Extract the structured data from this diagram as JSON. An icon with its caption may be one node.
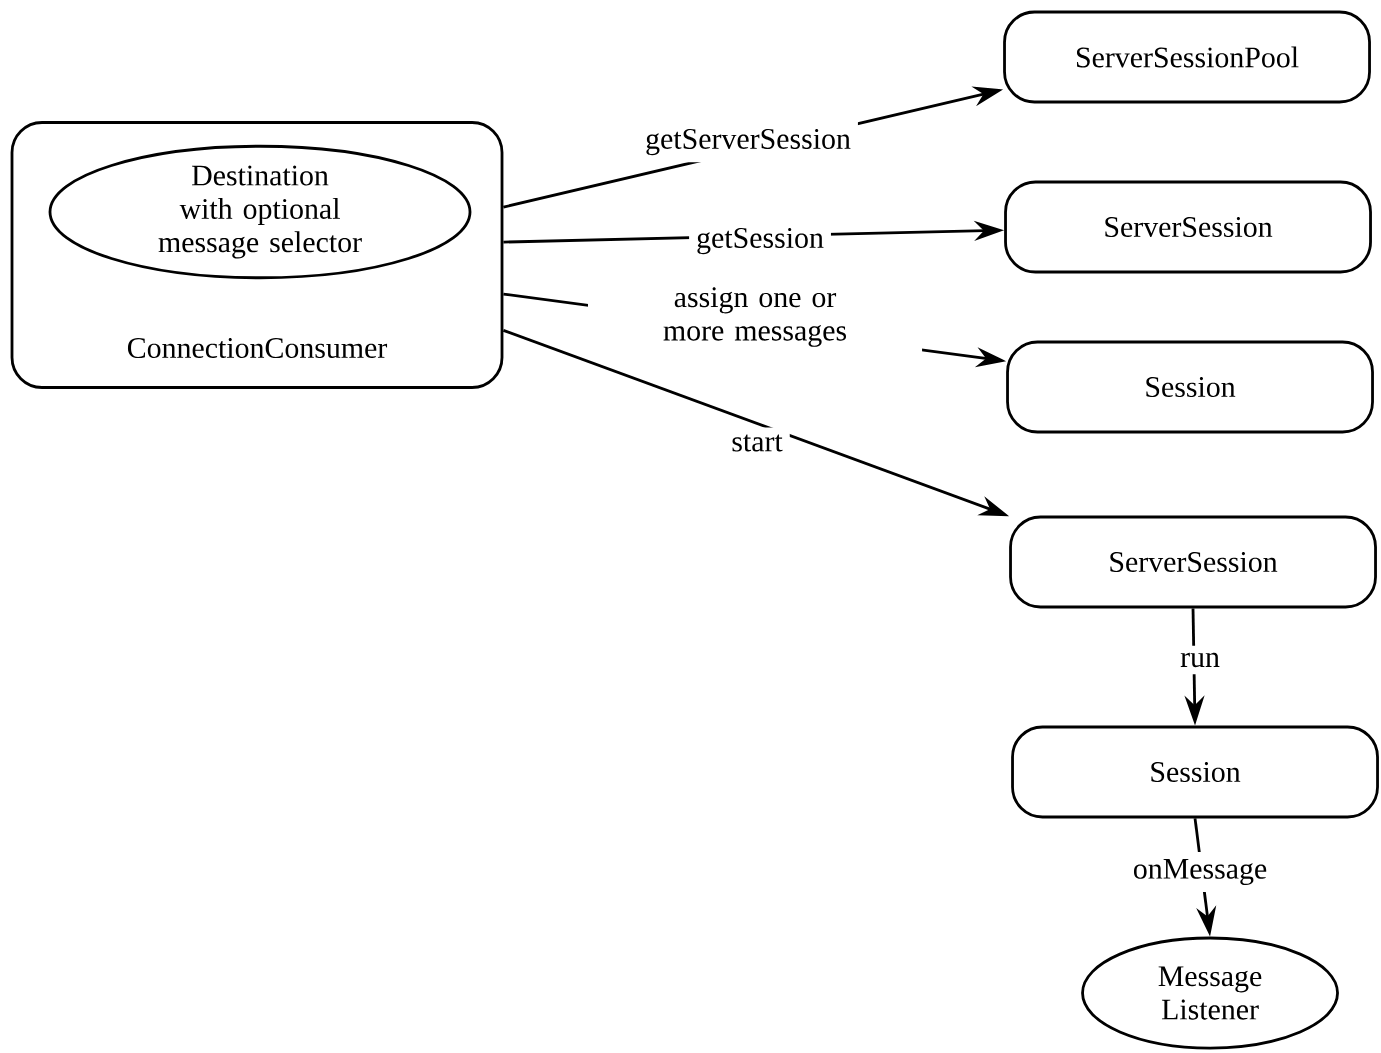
{
  "diagram": {
    "nodes": [
      {
        "text": [
          "ConnectionConsumer"
        ]
      },
      {
        "text": [
          "Destination with optional message selector"
        ],
        "in": 0
      },
      {
        "text": [
          "ServerSessionPool"
        ]
      },
      {
        "text": [
          "ServerSession"
        ]
      },
      {
        "text": [
          "Session"
        ]
      },
      {
        "text": [
          "ServerSession"
        ]
      },
      {
        "text": [
          "Session"
        ]
      },
      {
        "text": [
          "Message Listener"
        ]
      }
    ],
    "edges": [
      {
        "from": 0,
        "to": 2,
        "arrow": "to",
        "label": "getServerSession"
      },
      {
        "from": 0,
        "to": 3,
        "arrow": "to",
        "label": "getSession"
      },
      {
        "from": 0,
        "to": 4,
        "arrow": "to",
        "label": "assign one or more messages"
      },
      {
        "from": 0,
        "to": 5,
        "arrow": "to",
        "label": "start"
      },
      {
        "from": 5,
        "to": 6,
        "arrow": "to",
        "label": "run"
      },
      {
        "from": 6,
        "to": 7,
        "arrow": "to",
        "label": "onMessage"
      }
    ]
  }
}
